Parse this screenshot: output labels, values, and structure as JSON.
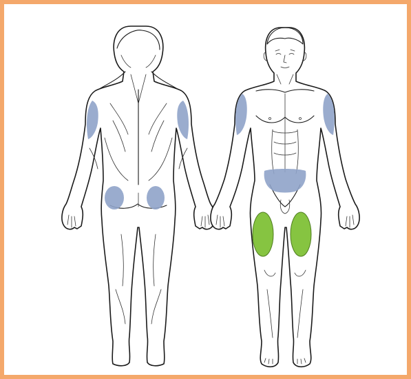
{
  "figure": {
    "figures": [
      "back-view",
      "front-view"
    ],
    "regions": [
      {
        "id": "back-upper-arm-left",
        "view": "back",
        "color": "#8fa3c9"
      },
      {
        "id": "back-upper-arm-right",
        "view": "back",
        "color": "#8fa3c9"
      },
      {
        "id": "back-buttock-left",
        "view": "back",
        "color": "#8fa3c9"
      },
      {
        "id": "back-buttock-right",
        "view": "back",
        "color": "#8fa3c9"
      },
      {
        "id": "front-upper-arm-left",
        "view": "front",
        "color": "#8fa3c9"
      },
      {
        "id": "front-upper-arm-right",
        "view": "front",
        "color": "#8fa3c9"
      },
      {
        "id": "front-abdomen",
        "view": "front",
        "color": "#8fa3c9"
      },
      {
        "id": "front-thigh-left",
        "view": "front",
        "color": "#86c441"
      },
      {
        "id": "front-thigh-right",
        "view": "front",
        "color": "#86c441"
      }
    ],
    "colors": {
      "frame": "#f4a86b",
      "blue_region": "#8fa3c9",
      "green_region": "#86c441",
      "outline": "#1a1a1a"
    }
  }
}
